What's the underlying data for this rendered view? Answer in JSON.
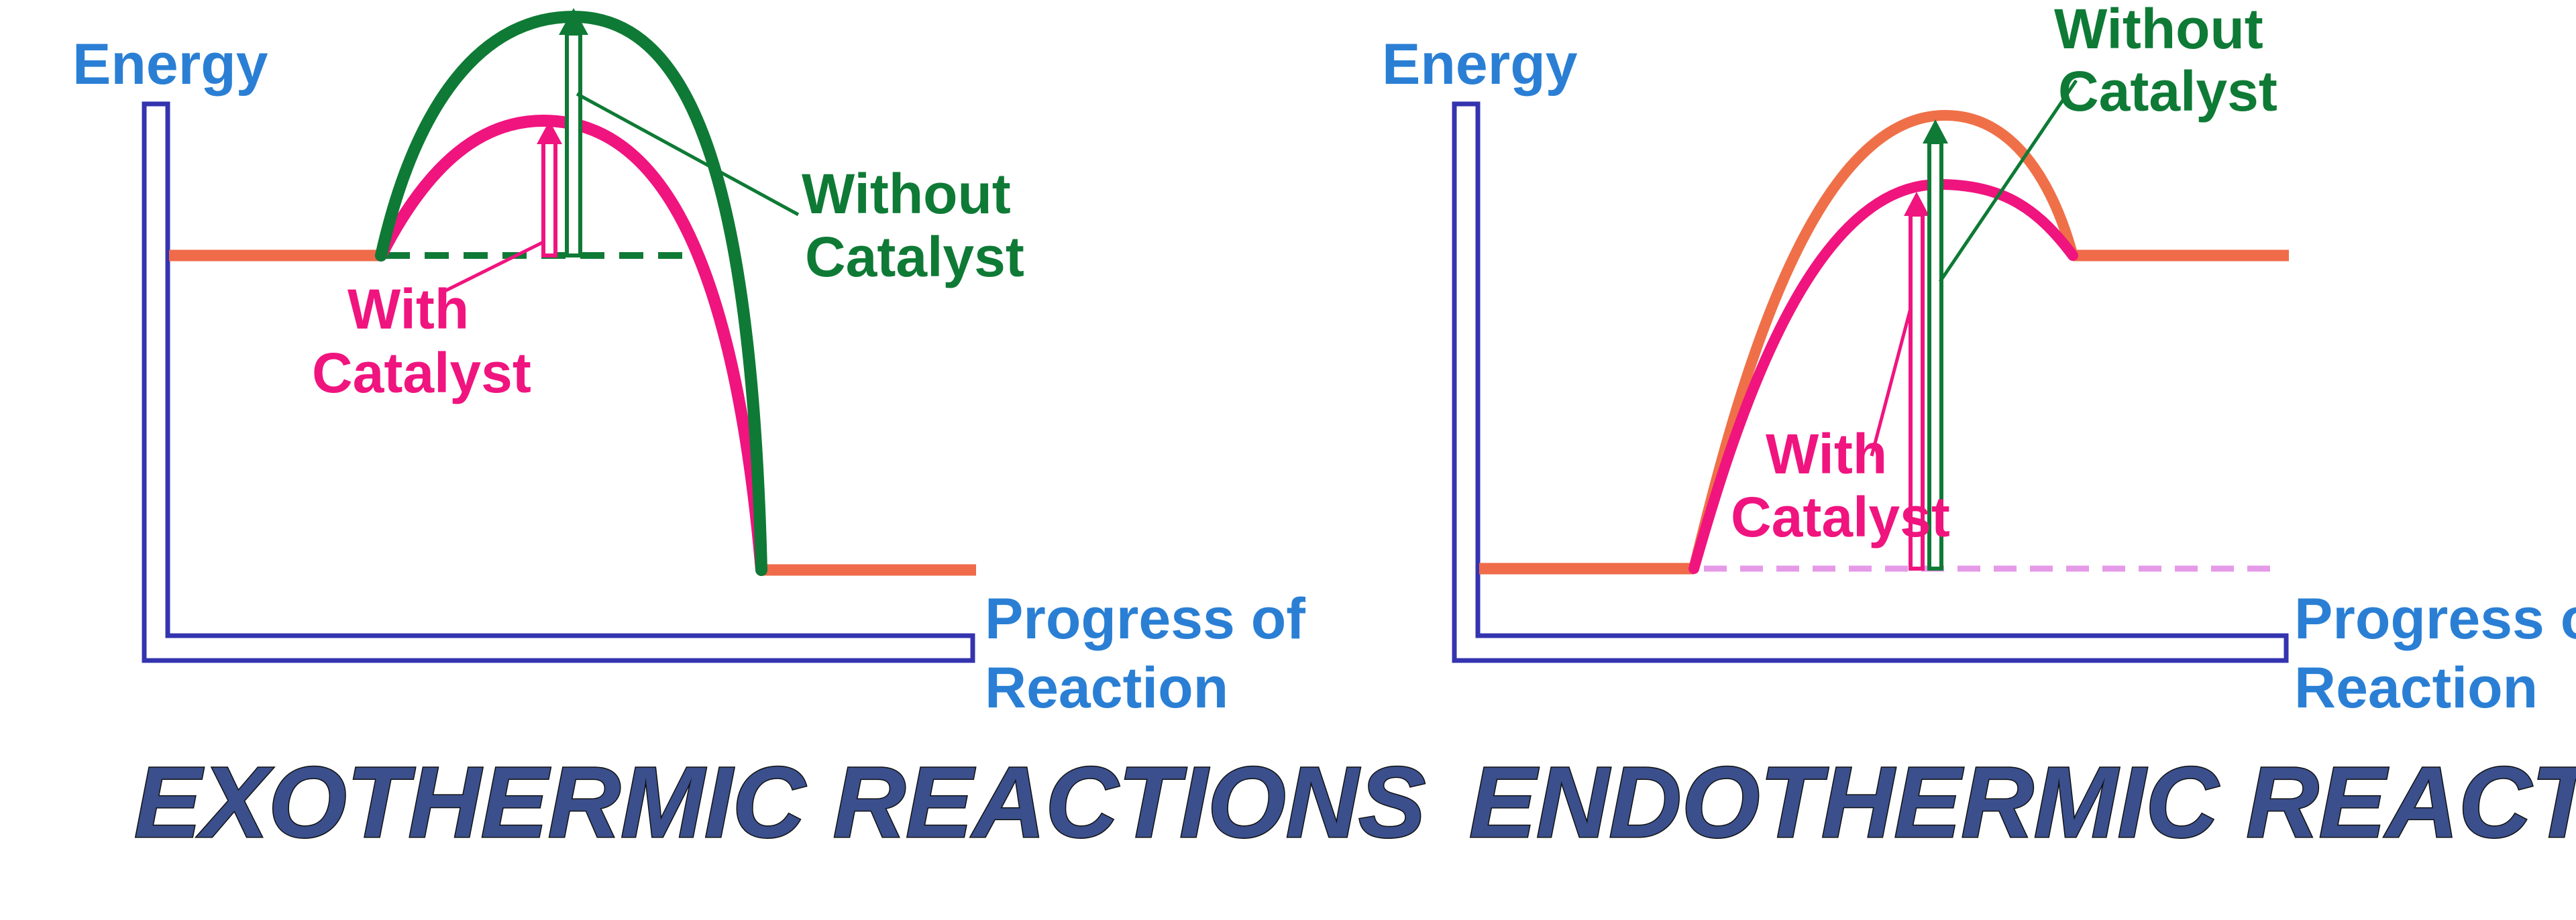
{
  "colors": {
    "axis": "#3434b0",
    "axis_text": "#2a7fd4",
    "level": "#ef6b4a",
    "without_catalyst": "#0e7a35",
    "with_catalyst": "#f0147f",
    "endo_without_curve": "#ef7048",
    "endo_dashed": "#e59ae8",
    "title": "#3a4f8c",
    "title_stroke": "#111111"
  },
  "exothermic": {
    "energy_label": "Energy",
    "progress_label_line1": "Progress of",
    "progress_label_line2": "Reaction",
    "without_catalyst_line1": "Without",
    "without_catalyst_line2": "Catalyst",
    "with_catalyst_line1": "With",
    "with_catalyst_line2": "Catalyst",
    "title": "EXOTHERMIC REACTIONS"
  },
  "endothermic": {
    "energy_label": "Energy",
    "progress_label_line1": "Progress of",
    "progress_label_line2": "Reaction",
    "without_catalyst_line1": "Without",
    "without_catalyst_line2": "Catalyst",
    "with_catalyst_line1": "With",
    "with_catalyst_line2": "Catalyst",
    "title": "ENDOTHERMIC REACTIONS"
  }
}
